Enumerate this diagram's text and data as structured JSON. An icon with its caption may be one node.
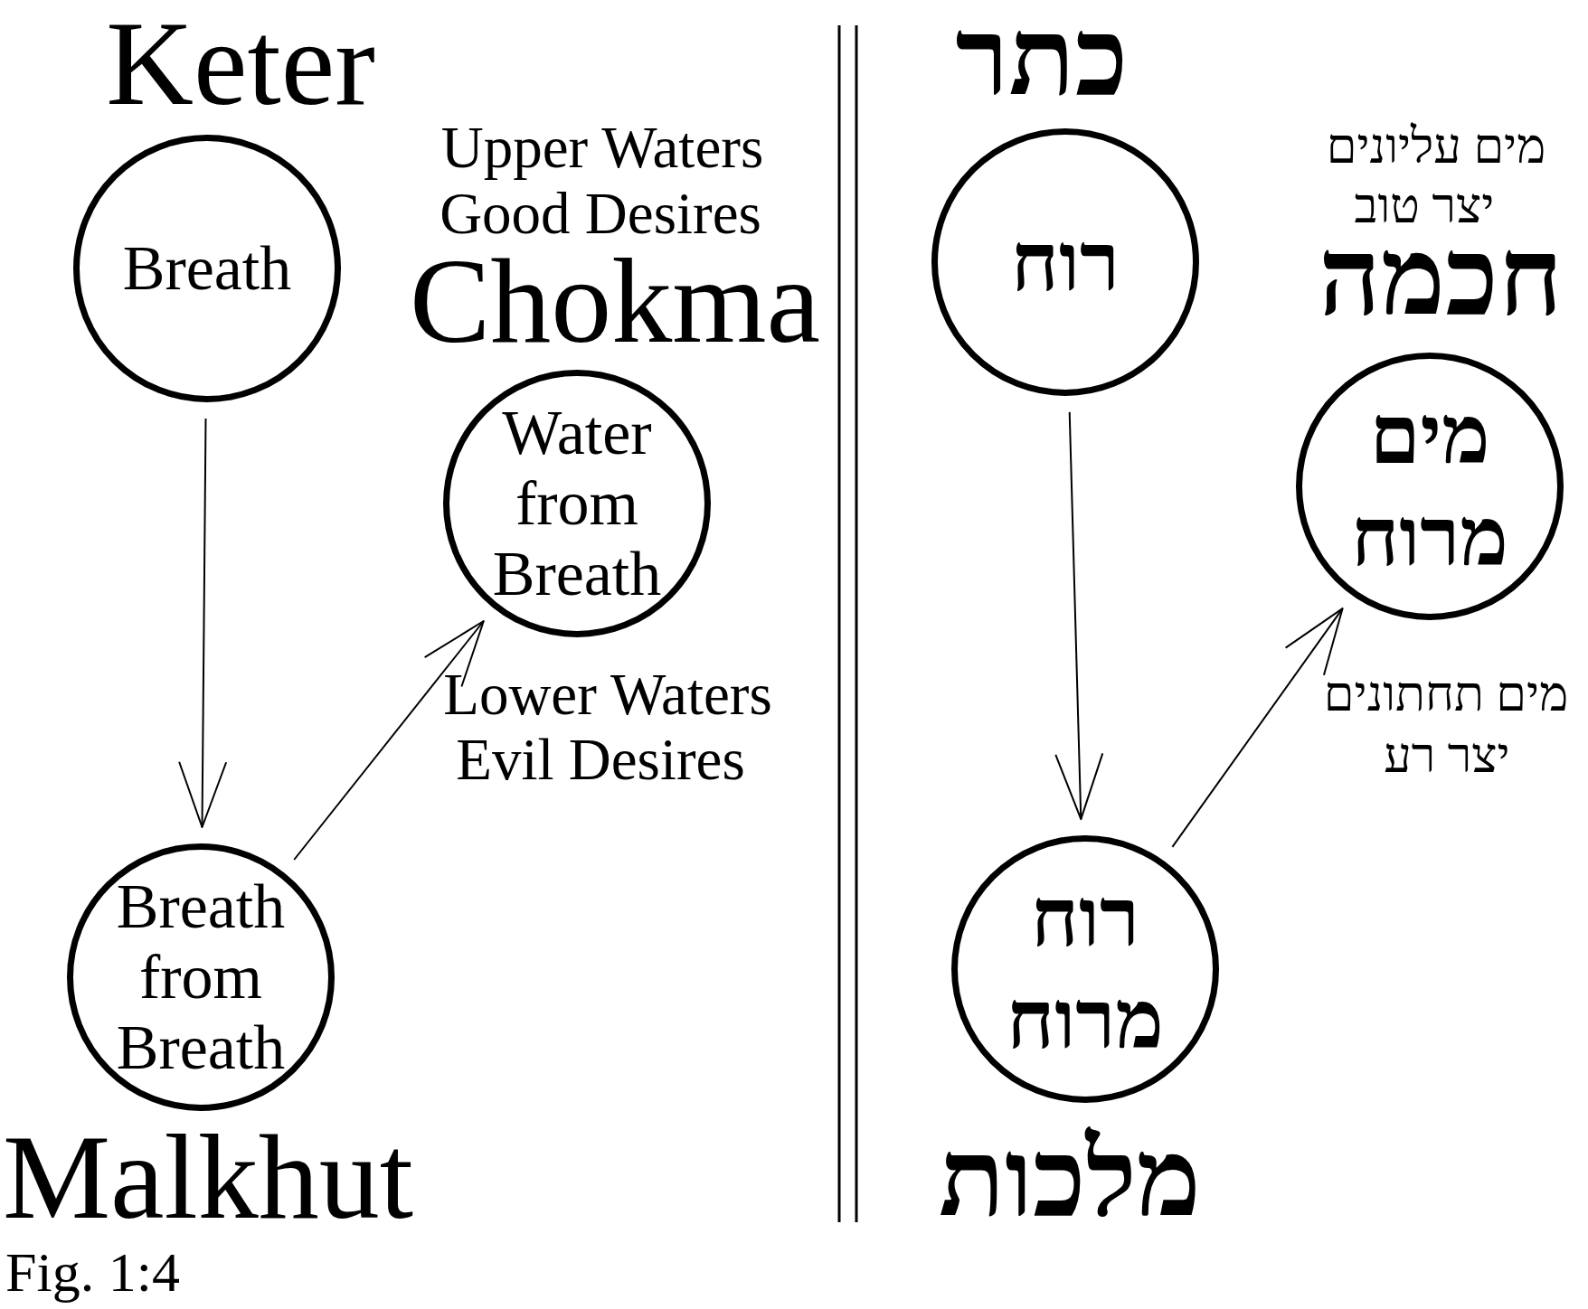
{
  "diagram": {
    "caption": "Fig. 1:4",
    "nodes": [
      {
        "text": [
          "Keter",
          "Breath"
        ]
      },
      {
        "text": [
          "Chokma",
          "Water from Breath"
        ]
      },
      {
        "text": [
          "Breath from Breath",
          "Malkhut"
        ]
      },
      {
        "text": [
          "כתר",
          "רוח"
        ]
      },
      {
        "text": [
          "חכמה",
          "מים מרוח"
        ]
      },
      {
        "text": [
          "רוח מרוח",
          "מלכות"
        ]
      }
    ],
    "edges": [
      {
        "from": 0,
        "to": 2,
        "arrow": "to"
      },
      {
        "from": 2,
        "to": 1,
        "arrow": "to"
      },
      {
        "from": 3,
        "to": 5,
        "arrow": "to"
      },
      {
        "from": 5,
        "to": 4,
        "arrow": "to"
      }
    ],
    "labels": [
      "Upper Waters",
      "Good Desires",
      "Lower Waters",
      "Evil Desires",
      "מים עליונים",
      "יצר טוב",
      "מים תחתונים",
      "יצר רע"
    ]
  }
}
